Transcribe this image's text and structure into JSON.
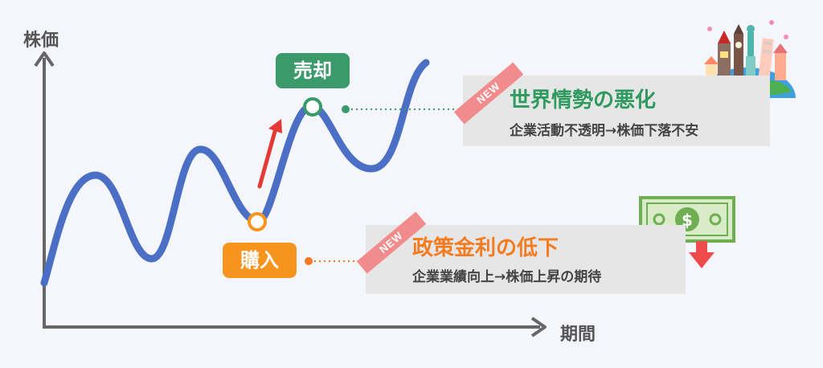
{
  "axes": {
    "y_label": "株価",
    "x_label": "期間"
  },
  "markers": {
    "sell": {
      "label": "売却",
      "color": "#3a9a6a"
    },
    "buy": {
      "label": "購入",
      "color": "#f7941d"
    }
  },
  "cards": {
    "top": {
      "badge": "NEW",
      "headline": "世界情勢の悪化",
      "headline_color": "#2f9a5f",
      "subtext": "企業活動不透明→株価下落不安"
    },
    "bottom": {
      "badge": "NEW",
      "headline": "政策金利の低下",
      "headline_color": "#f47b20",
      "subtext": "企業業績向上→株価上昇の期待"
    }
  },
  "colors": {
    "curve": "#4a6fc4",
    "axis": "#666666",
    "up_arrow": "#e53935",
    "down_arrow": "#f04b4b",
    "banknote": "#6fae52"
  },
  "icons": [
    "world-landmarks-icon",
    "banknote-icon",
    "down-arrow-icon",
    "up-arrow-icon"
  ]
}
